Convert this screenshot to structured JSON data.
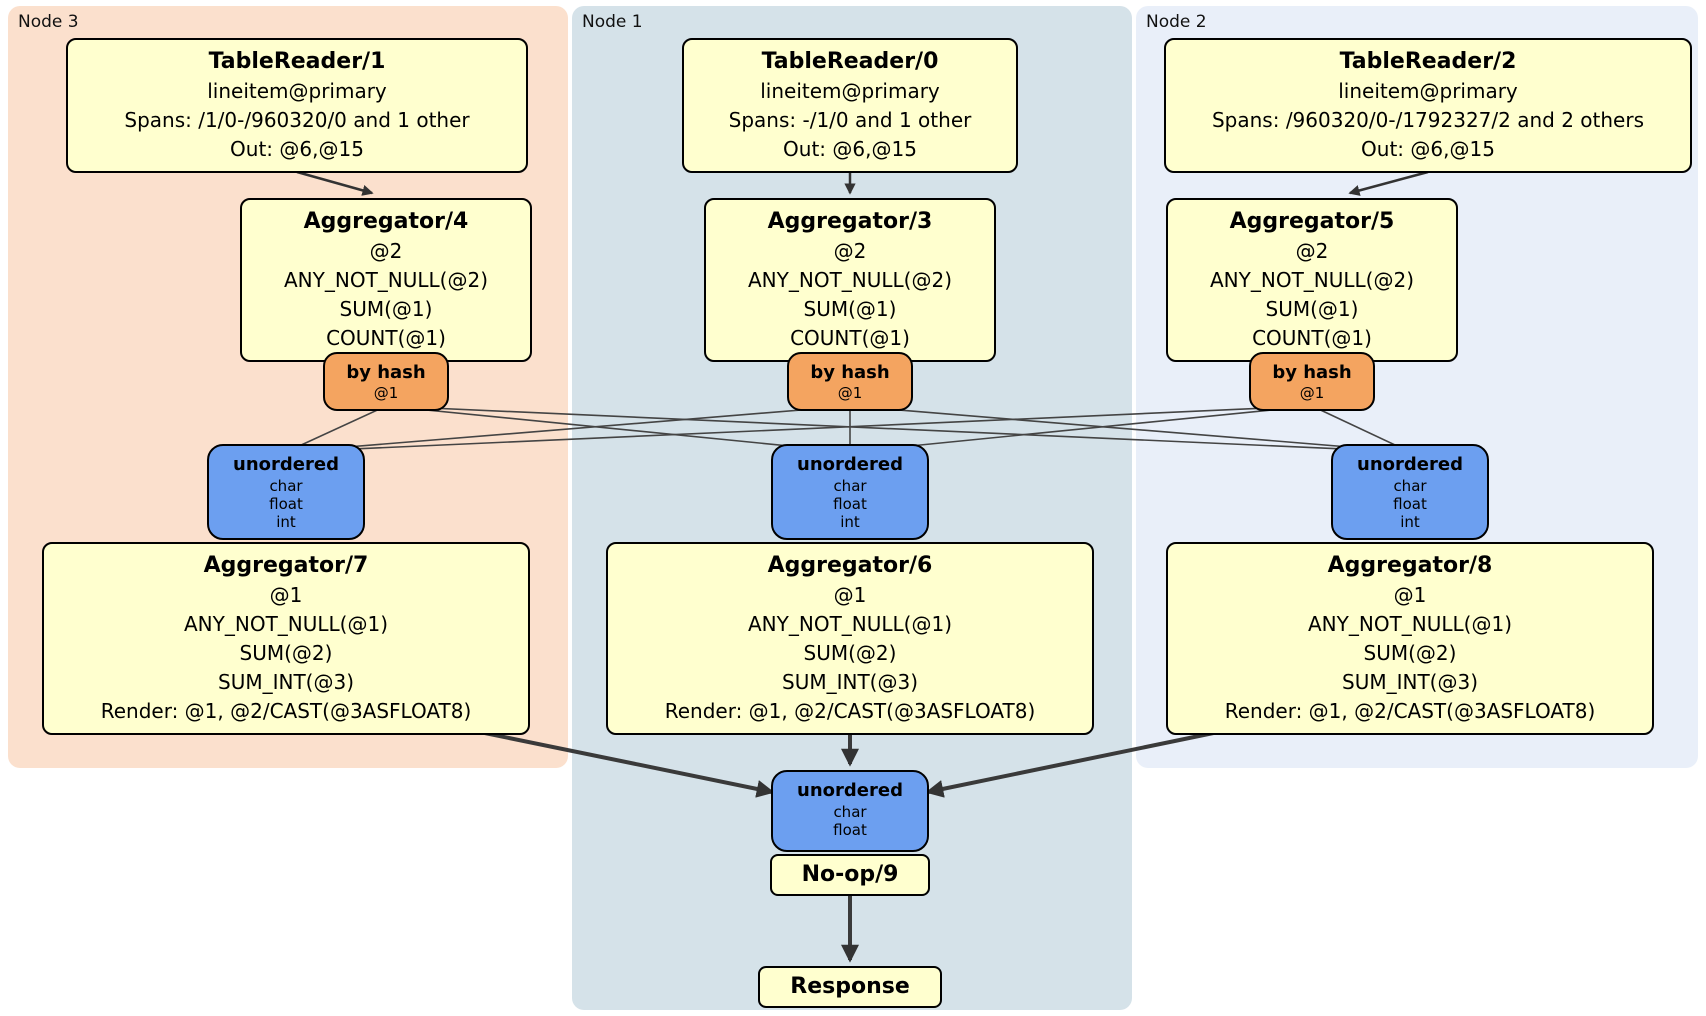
{
  "colors": {
    "processor_fill": "#ffffcf",
    "router_fill": "#f4a460",
    "sync_fill": "#6c9ff0",
    "node3_bg": "#fbe0cd",
    "node1_bg": "#d5e2e9",
    "node2_bg": "#e9eff9"
  },
  "nodes": [
    {
      "label": "Node 3",
      "tr": {
        "title": "TableReader/1",
        "lines": [
          "lineitem@primary",
          "Spans: /1/0-/960320/0 and 1 other",
          "Out: @6,@15"
        ]
      },
      "agg_top": {
        "title": "Aggregator/4",
        "lines": [
          "@2",
          "ANY_NOT_NULL(@2)",
          "SUM(@1)",
          "COUNT(@1)"
        ]
      },
      "router": {
        "title": "by hash",
        "lines": [
          "@1"
        ]
      },
      "sync": {
        "title": "unordered",
        "lines": [
          "char",
          "float",
          "int"
        ]
      },
      "agg_bottom": {
        "title": "Aggregator/7",
        "lines": [
          "@1",
          "ANY_NOT_NULL(@1)",
          "SUM(@2)",
          "SUM_INT(@3)",
          "Render: @1, @2/CAST(@3ASFLOAT8)"
        ]
      }
    },
    {
      "label": "Node 1",
      "tr": {
        "title": "TableReader/0",
        "lines": [
          "lineitem@primary",
          "Spans: -/1/0 and 1 other",
          "Out: @6,@15"
        ]
      },
      "agg_top": {
        "title": "Aggregator/3",
        "lines": [
          "@2",
          "ANY_NOT_NULL(@2)",
          "SUM(@1)",
          "COUNT(@1)"
        ]
      },
      "router": {
        "title": "by hash",
        "lines": [
          "@1"
        ]
      },
      "sync": {
        "title": "unordered",
        "lines": [
          "char",
          "float",
          "int"
        ]
      },
      "agg_bottom": {
        "title": "Aggregator/6",
        "lines": [
          "@1",
          "ANY_NOT_NULL(@1)",
          "SUM(@2)",
          "SUM_INT(@3)",
          "Render: @1, @2/CAST(@3ASFLOAT8)"
        ]
      }
    },
    {
      "label": "Node 2",
      "tr": {
        "title": "TableReader/2",
        "lines": [
          "lineitem@primary",
          "Spans: /960320/0-/1792327/2 and 2 others",
          "Out: @6,@15"
        ]
      },
      "agg_top": {
        "title": "Aggregator/5",
        "lines": [
          "@2",
          "ANY_NOT_NULL(@2)",
          "SUM(@1)",
          "COUNT(@1)"
        ]
      },
      "router": {
        "title": "by hash",
        "lines": [
          "@1"
        ]
      },
      "sync": {
        "title": "unordered",
        "lines": [
          "char",
          "float",
          "int"
        ]
      },
      "agg_bottom": {
        "title": "Aggregator/8",
        "lines": [
          "@1",
          "ANY_NOT_NULL(@1)",
          "SUM(@2)",
          "SUM_INT(@3)",
          "Render: @1, @2/CAST(@3ASFLOAT8)"
        ]
      }
    }
  ],
  "final": {
    "sync": {
      "title": "unordered",
      "lines": [
        "char",
        "float"
      ]
    },
    "noop": {
      "title": "No-op/9"
    },
    "response": {
      "title": "Response"
    }
  }
}
